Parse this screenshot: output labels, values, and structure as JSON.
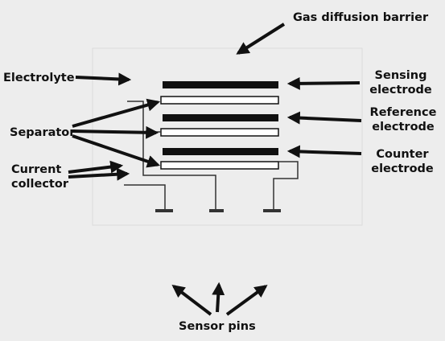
{
  "labels": {
    "gas_diffusion_barrier": "Gas diffusion barrier",
    "electrolyte": "Electrolyte",
    "separator": "Separator",
    "current_collector_line1": "Current",
    "current_collector_line2": "collector",
    "sensing_line1": "Sensing",
    "sensing_line2": "electrode",
    "reference_line1": "Reference",
    "reference_line2": "electrode",
    "counter_line1": "Counter",
    "counter_line2": "electrode",
    "sensor_pins": "Sensor pins"
  },
  "colors": {
    "background": "#ededed",
    "ink": "#111111",
    "electrode": "#111111",
    "separator_fill": "#ffffff",
    "pin": "#333333"
  }
}
